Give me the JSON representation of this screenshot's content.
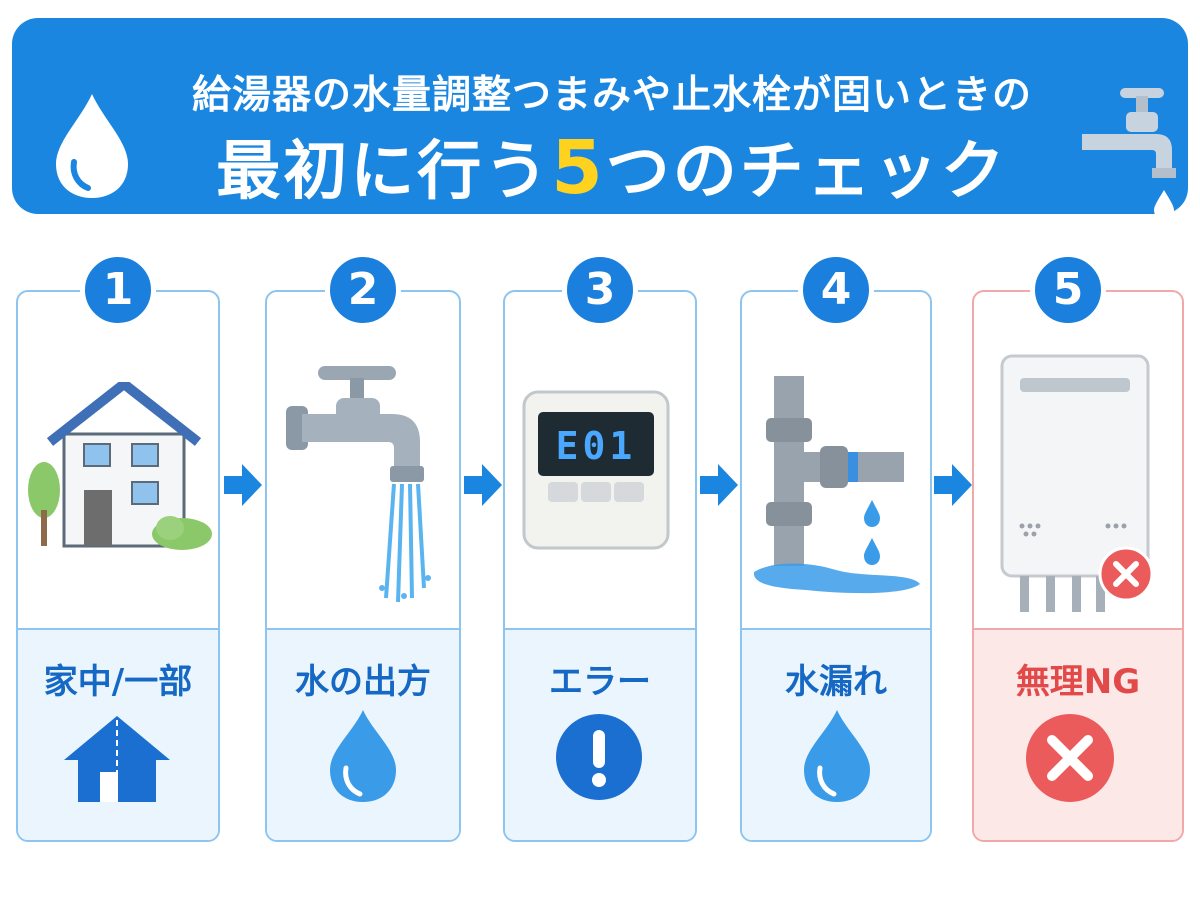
{
  "header": {
    "line1": "給湯器の水量調整つまみや止水栓が固いときの",
    "line2_before": "最初に行う",
    "line2_number": "5",
    "line2_after": "つのチェック",
    "water_drop_icon": "water-drop-icon",
    "faucet_icon": "faucet-icon"
  },
  "steps": [
    {
      "number": "1",
      "label": "家中/一部",
      "illustration": "house",
      "icon": "house-icon"
    },
    {
      "number": "2",
      "label": "水の出方",
      "illustration": "running-faucet",
      "icon": "water-drop-icon"
    },
    {
      "number": "3",
      "label": "エラー",
      "illustration": "control-panel",
      "display": "E01",
      "icon": "exclamation-icon"
    },
    {
      "number": "4",
      "label": "水漏れ",
      "illustration": "leaking-pipe",
      "icon": "water-drop-icon"
    },
    {
      "number": "5",
      "label": "無理NG",
      "illustration": "water-heater",
      "icon": "cross-icon"
    }
  ],
  "colors": {
    "banner": "#1a86e0",
    "accent_number": "#ffd21f",
    "label": "#1568c4",
    "ng": "#e24a4a",
    "card_border": "#8ec5f0",
    "card_lower": "#eaf5fd"
  }
}
